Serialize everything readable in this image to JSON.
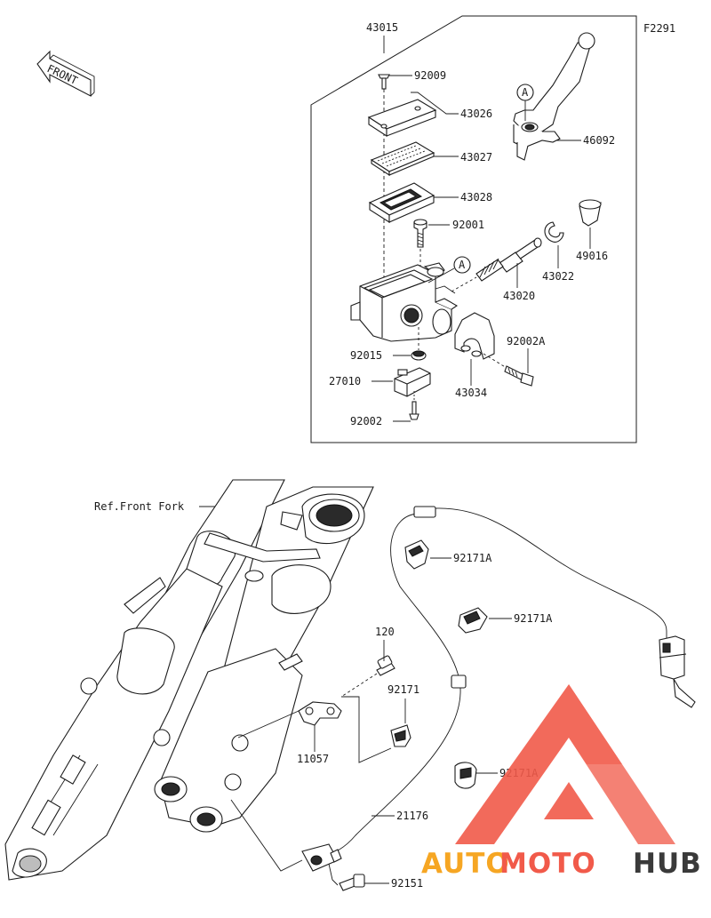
{
  "diagram_code": "F2291",
  "front_tag": "FRONT",
  "ref_label": "Ref.Front Fork",
  "parts": {
    "p43015": "43015",
    "p92009": "92009",
    "p43026": "43026",
    "p43027": "43027",
    "p43028": "43028",
    "p92001": "92001",
    "p46092": "46092",
    "p49016": "49016",
    "p43022": "43022",
    "p43020": "43020",
    "p92002A": "92002A",
    "p43034": "43034",
    "p92015": "92015",
    "p27010": "27010",
    "p92002": "92002",
    "p92171A_1": "92171A",
    "p92171A_2": "92171A",
    "p92171A_3": "92171A",
    "p120": "120",
    "p92171": "92171",
    "p11057": "11057",
    "p21176": "21176",
    "p92151": "92151"
  },
  "ref_marker": "A",
  "watermark": {
    "word_auto": "AUTO",
    "word_moto": "MOTO",
    "word_hub": "HUB",
    "color_red": "#f15a4a",
    "color_orange": "#f6a623",
    "color_dark": "#3a3a3a"
  }
}
